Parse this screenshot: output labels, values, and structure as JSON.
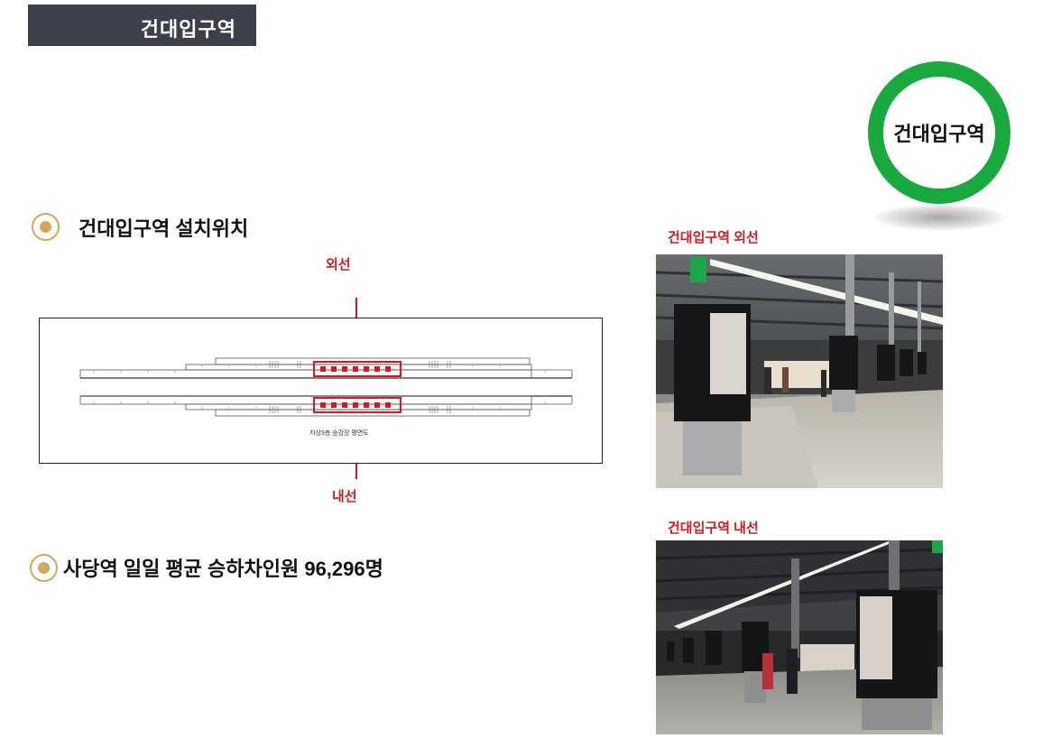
{
  "header": {
    "title": "건대입구역"
  },
  "badge": {
    "station_name": "건대입구역",
    "line_color": "#1aa93e"
  },
  "section_location": {
    "heading": "건대입구역 설치위치"
  },
  "floor_plan": {
    "outer_line_label": "외선",
    "inner_line_label": "내선",
    "caption": "지상3층 승강장 평면도",
    "highlight_color": "#e0141e"
  },
  "section_ridership": {
    "heading": "사당역 일일 평균 승하차인원 96,296명"
  },
  "photos": {
    "outer": {
      "caption": "건대입구역 외선"
    },
    "inner": {
      "caption": "건대입구역 내선"
    }
  },
  "accent_color": "#d3a85a"
}
